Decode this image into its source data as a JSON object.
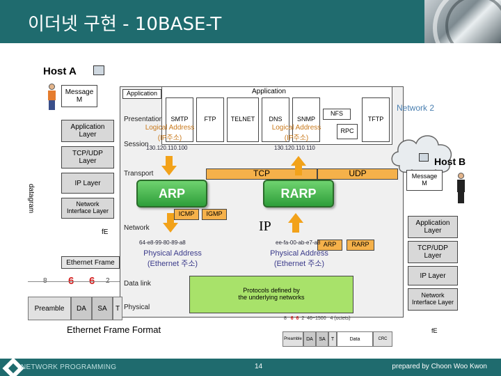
{
  "slide": {
    "title": "이더넷 구현 - 10BASE-T",
    "footer_left": "NETWORK PROGRAMMING",
    "page_number": "14",
    "footer_right": "prepared by Choon Woo Kwon"
  },
  "diagram": {
    "host_a": "Host A",
    "host_b": "Host B",
    "network2": "Network 2",
    "left_stack": {
      "message": "Message\nM",
      "app": "Application\nLayer",
      "tcpudp": "TCP/UDP\nLayer",
      "ip": "IP Layer",
      "nil": "Network\nInterface Layer",
      "ether": "Ethernet Frame",
      "datagram": "datagram",
      "fe": "fE"
    },
    "right_stack": {
      "message": "Message\nM",
      "app": "Application\nLayer",
      "tcpudp": "TCP/UDP\nLayer",
      "ip": "IP Layer",
      "nil": "Network\nInterface Layer",
      "fe": "fE"
    },
    "osi": {
      "application_tag": "Application",
      "application": "Application",
      "presentation": "Presentation",
      "session": "Session",
      "transport": "Transport",
      "network": "Network",
      "datalink": "Data link",
      "physical": "Physical"
    },
    "apps": [
      "SMTP",
      "FTP",
      "TELNET",
      "DNS",
      "SNMP",
      "NFS",
      "RPC",
      "TFTP"
    ],
    "tcp": "TCP",
    "udp": "UDP",
    "ip": "IP",
    "icmp": "ICMP",
    "igmp": "IGMP",
    "arp_small": "ARP",
    "rarp_small": "RARP",
    "underlying": "Protocols defined by\nthe underlying networks",
    "arp_button": "ARP",
    "rarp_button": "RARP",
    "logical_left": "Logical Address\n(IP주소)",
    "logical_right": "Logical Address\n(IP주소)",
    "ip_left": "130.120.110.100",
    "ip_right": "130.120.110.110",
    "mac_left": "64-e8-99-80-89-a8",
    "mac_right": "ee-fa-00-ab-e7-a8",
    "phys_left": "Physical Address\n(Ethernet 주소)",
    "phys_right": "Physical Address\n(Ethernet 주소)",
    "frame_format_title": "Ethernet Frame Format",
    "frame_fields": [
      "Preamble",
      "DA",
      "SA",
      "T",
      "Data",
      "CRC"
    ],
    "frame_sizes": [
      "8",
      "6",
      "6",
      "2"
    ],
    "small_frame_sizes": [
      "8",
      "6",
      "6",
      "2",
      "46~1500",
      "4",
      "(octets)"
    ]
  },
  "colors": {
    "header": "#1f6b6e",
    "logical": "#c8781a",
    "green_button": "#2e9e3a",
    "arrow": "#f2a21a",
    "red_six": "#d42020",
    "protocol_box": "#f5b14a",
    "underlying_box": "#a8e26a"
  }
}
